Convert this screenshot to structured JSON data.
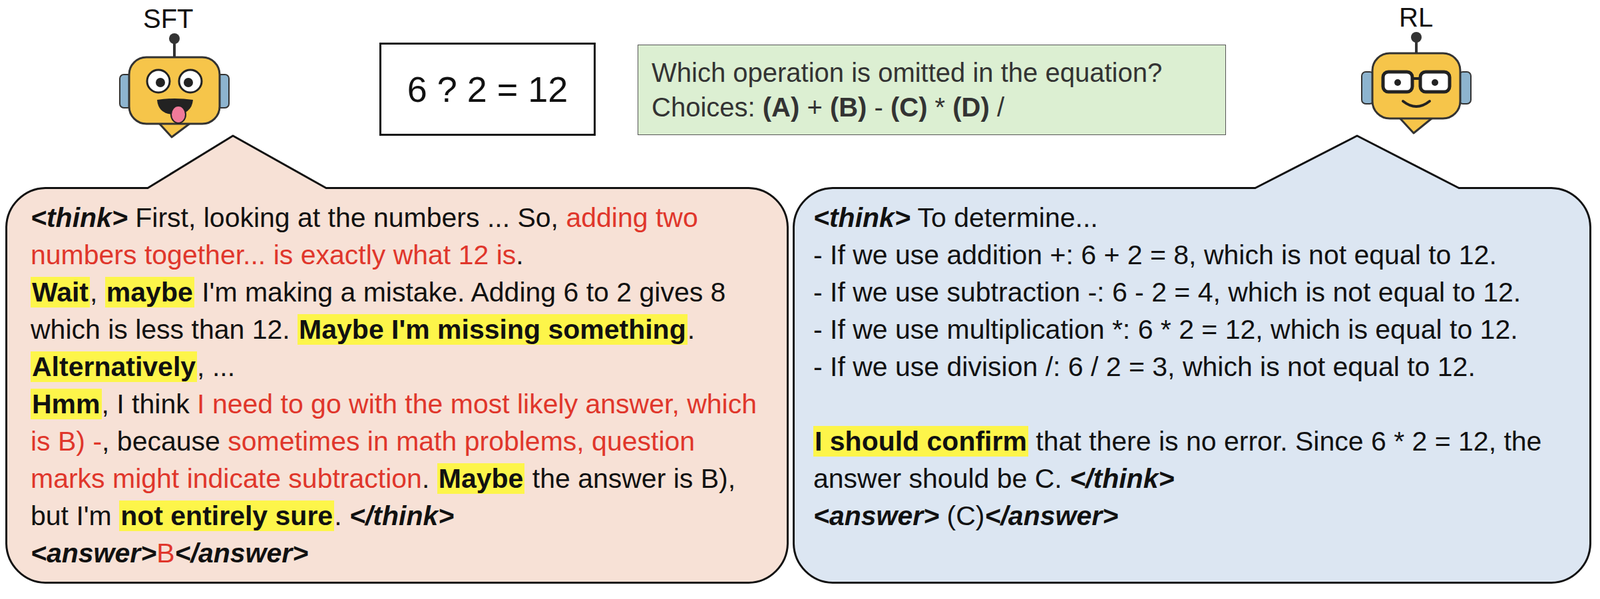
{
  "diagram": {
    "nodes": [
      {
        "text": [
          "6 ? 2 = 12"
        ]
      },
      {
        "text": [
          "Which operation is omitted in the equation?",
          "Choices: (A) + (B) - (C) * (D) /"
        ]
      },
      {
        "text": [
          "<think>",
          "First, looking at the numbers ... So,",
          "adding two numbers together... is exactly what 12 is",
          ".",
          "Wait",
          ",",
          "maybe",
          "I'm making a mistake. Adding 6 to 2 gives 8 which is less than 12.",
          "Maybe I'm missing something",
          ".",
          "Alternatively",
          ", ...",
          "Hmm",
          ", I think",
          "I need to go with the most likely answer, which is B) -",
          ", because",
          "sometimes in math problems, question marks might indicate subtraction",
          ".",
          "Maybe",
          "the answer is B), but I'm",
          "not entirely sure",
          ".",
          "</think>",
          "<answer>",
          "B",
          "</answer>"
        ]
      },
      {
        "text": [
          "<think>",
          "To determine...",
          "- If we use addition +: 6 + 2 = 8, which is not equal to 12.",
          "- If we use subtraction -: 6 - 2 = 4, which is not equal to 12.",
          "- If we use multiplication *: 6 * 2 = 12, which is equal to 12.",
          "- If we use division /: 6 / 2 = 3, which is not equal to 12.",
          "I should confirm",
          "that there is no error. Since 6 * 2 = 12, the answer should be C.",
          "</think>",
          "<answer>",
          "(C)",
          "</answer>"
        ]
      }
    ],
    "labels": [
      "SFT",
      "RL"
    ]
  }
}
